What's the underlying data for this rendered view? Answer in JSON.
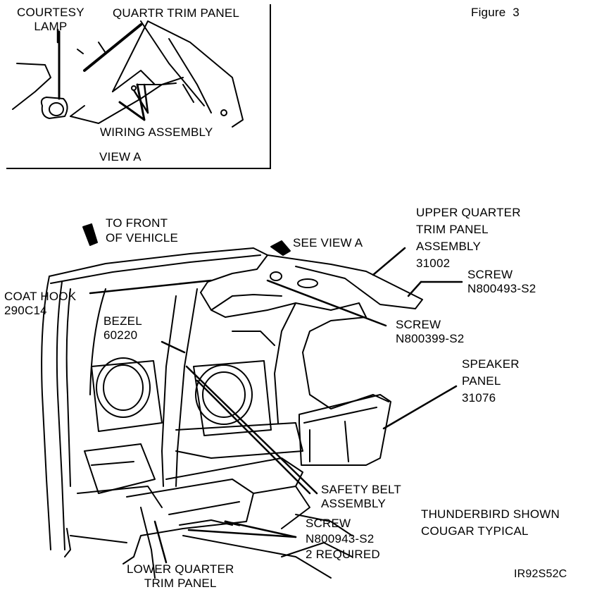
{
  "figure_title": "Figure  3",
  "drawing_code": "IR92S52C",
  "inset": {
    "view_label": "VIEW A",
    "courtesy_lamp": "COURTESY\nLAMP",
    "quarter_trim_panel": "QUARTR TRIM PANEL",
    "wiring_assembly": "WIRING ASSEMBLY"
  },
  "labels": {
    "to_front": "TO FRONT\nOF VEHICLE",
    "see_view_a": "SEE VIEW A",
    "upper_quarter": "UPPER QUARTER\nTRIM PANEL\nASSEMBLY\n31002",
    "screw_top": "SCREW\nN800493-S2",
    "coat_hook": "COAT HOOK\n290C14",
    "screw_mid": "SCREW\nN800399-S2",
    "bezel": "BEZEL\n60220",
    "speaker_panel": "SPEAKER\nPANEL\n31076",
    "safety_belt": "SAFETY BELT\nASSEMBLY",
    "model_note": "THUNDERBIRD SHOWN\nCOUGAR TYPICAL",
    "screw_bottom": "SCREW\nN800943-S2\n2 REQUIRED",
    "lower_quarter": "LOWER QUARTER\nTRIM PANEL"
  }
}
